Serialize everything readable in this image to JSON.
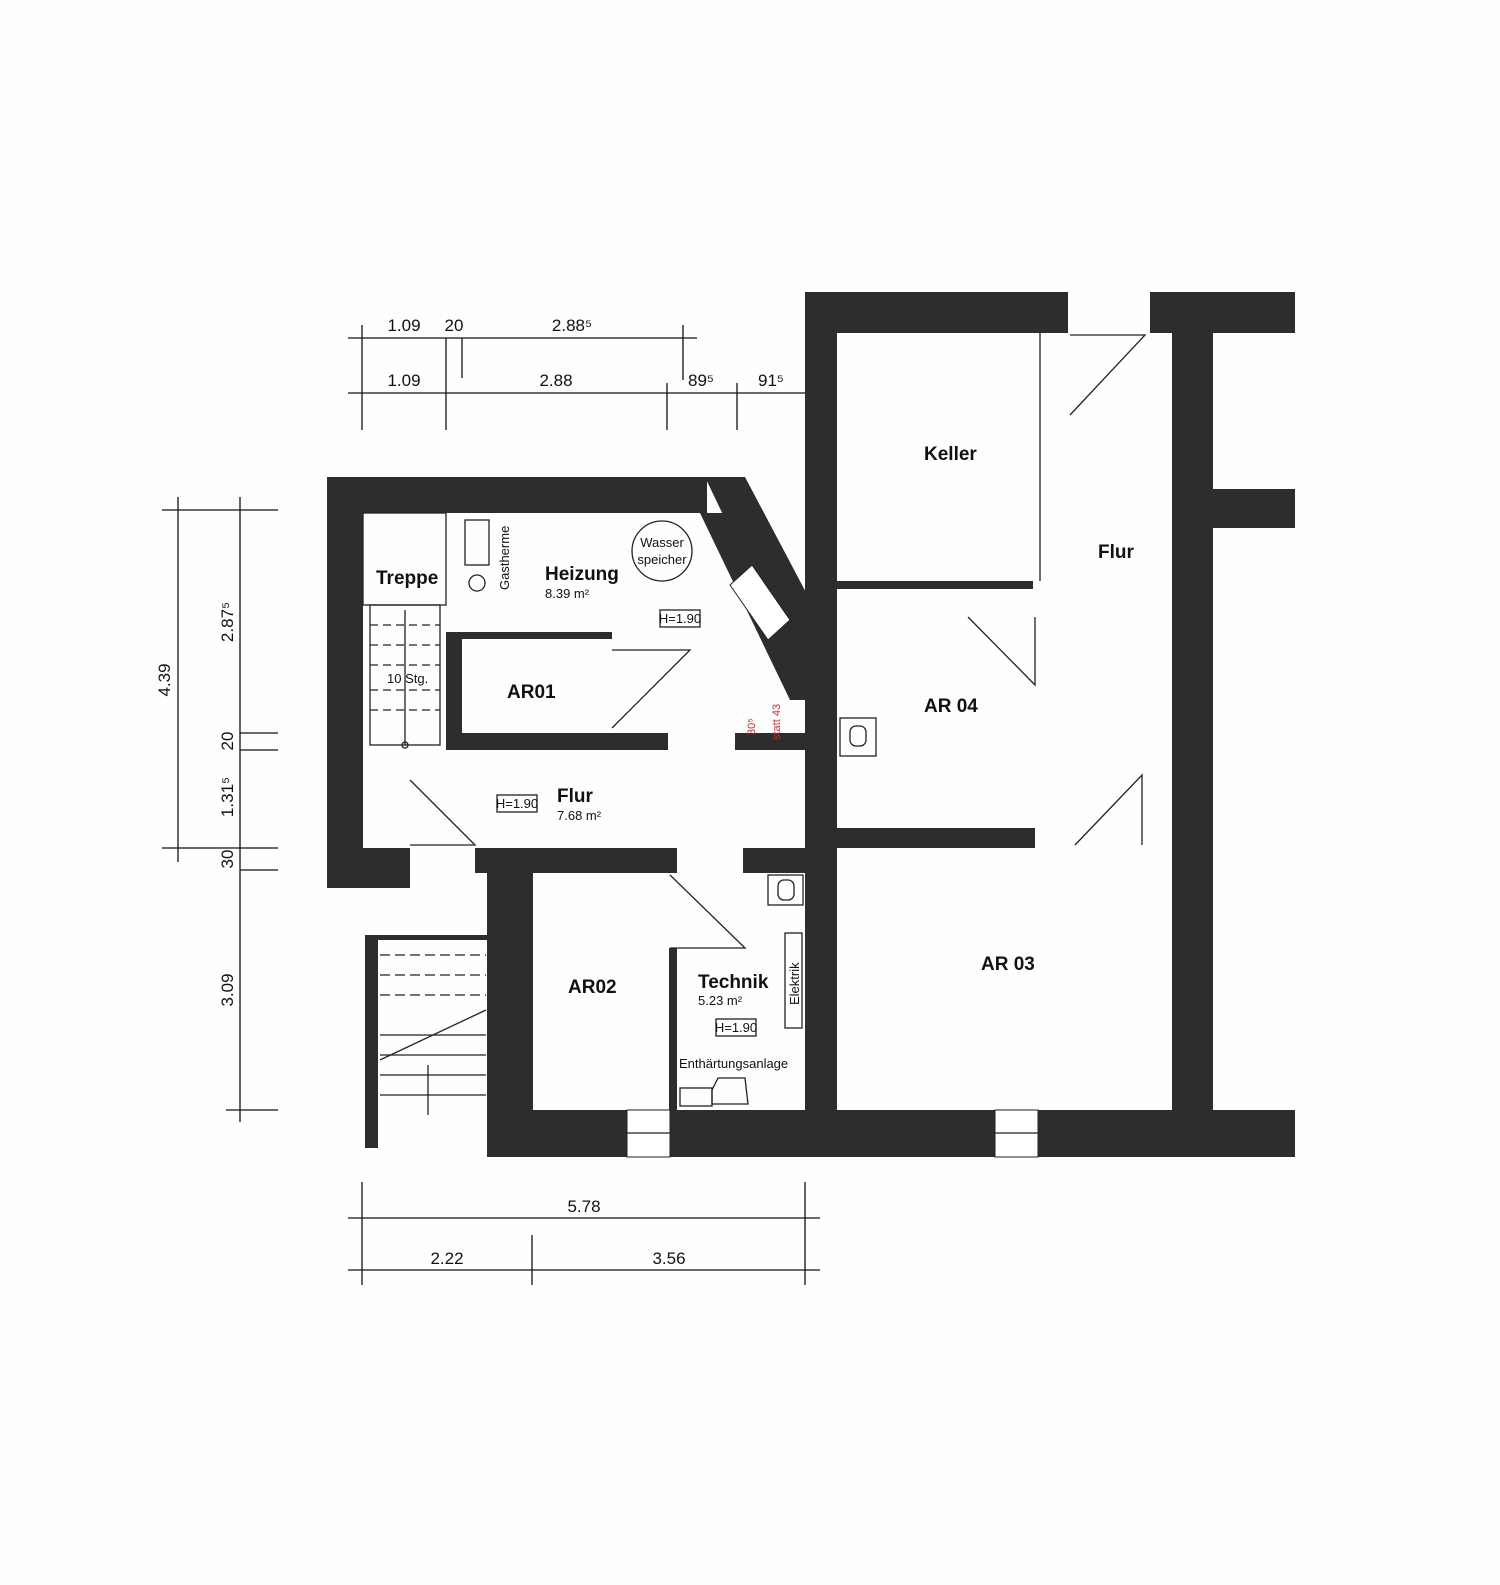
{
  "rooms": {
    "treppe": "Treppe",
    "stairs_steps": "10 Stg.",
    "heizung": "Heizung",
    "heizung_area": "8.39 m²",
    "gastherme": "Gastherme",
    "wasser1": "Wasser",
    "wasser2": "speicher",
    "ar01": "AR01",
    "flur_left": "Flur",
    "flur_left_area": "7.68 m²",
    "ar02": "AR02",
    "technik": "Technik",
    "technik_area": "5.23 m²",
    "elektrik": "Elektrik",
    "enthaertung": "Enthärtungsanlage",
    "keller": "Keller",
    "flur_right": "Flur",
    "ar04": "AR 04",
    "ar03": "AR 03",
    "height_heizung": "H=1.90",
    "height_flur": "H=1.90",
    "height_technik": "H=1.90"
  },
  "annotations": {
    "red_dim": "30⁵",
    "red_note": "statt 43"
  },
  "dimensions": {
    "top_row1": [
      "1.09",
      "20",
      "2.88⁵"
    ],
    "top_row2": [
      "1.09",
      "2.88",
      "89⁵",
      "91⁵"
    ],
    "left_outer": "4.39",
    "left_inner": [
      "2.87⁵",
      "20",
      "1.31⁵",
      "30",
      "3.09"
    ],
    "bottom_total": "5.78",
    "bottom_parts": [
      "2.22",
      "3.56"
    ]
  },
  "colors": {
    "wall": "#2f2c2d",
    "annotation": "#c0303a"
  }
}
